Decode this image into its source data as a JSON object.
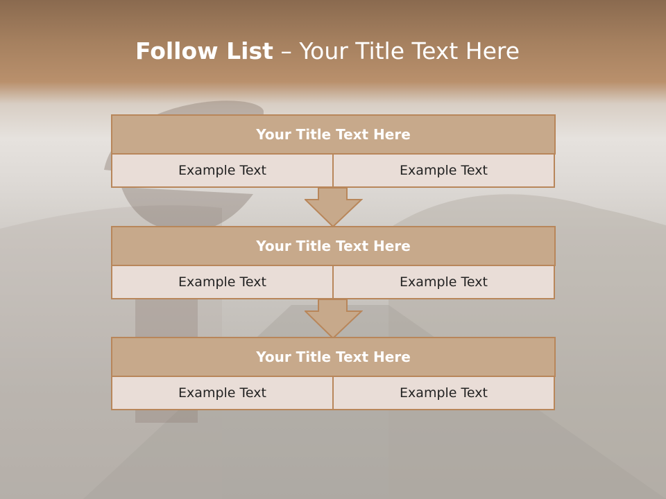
{
  "header": {
    "title_bold": "Follow List",
    "title_rest": " – Your Title Text Here"
  },
  "blocks": [
    {
      "title": "Your Title Text Here",
      "left": "Example Text",
      "right": "Example Text"
    },
    {
      "title": "Your Title Text Here",
      "left": "Example Text",
      "right": "Example Text"
    },
    {
      "title": "Your Title Text Here",
      "left": "Example Text",
      "right": "Example Text"
    }
  ],
  "colors": {
    "title_fill": "#c7a98b",
    "border": "#b8865a",
    "cell_fill": "#e9ddd7",
    "arrow_fill": "#c7a98b"
  }
}
